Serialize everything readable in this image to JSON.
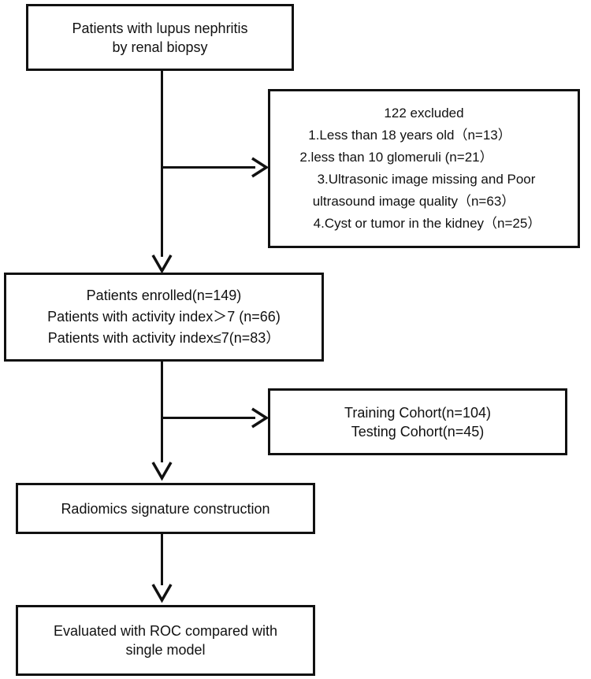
{
  "diagram": {
    "nodes": [
      {
        "id": "patients-lupus",
        "lines": [
          "Patients with lupus nephritis",
          "by renal biopsy"
        ]
      },
      {
        "id": "excluded",
        "lines": [
          "122 excluded",
          "1.Less than 18 years old（n=13）",
          "2.less than 10 glomeruli (n=21）",
          "3.Ultrasonic image missing and Poor",
          "ultrasound image quality（n=63）",
          "4.Cyst or tumor in the kidney（n=25）"
        ]
      },
      {
        "id": "enrolled",
        "lines": [
          "Patients enrolled(n=149)",
          "Patients with activity index＞7 (n=66)",
          "Patients with activity index≤7(n=83）"
        ]
      },
      {
        "id": "cohorts",
        "lines": [
          "Training Cohort(n=104)",
          "Testing Cohort(n=45)"
        ]
      },
      {
        "id": "radiomics",
        "lines": [
          "Radiomics signature construction"
        ]
      },
      {
        "id": "evaluated",
        "lines": [
          "Evaluated with ROC compared with",
          "single model"
        ]
      }
    ],
    "edges": [
      {
        "from": "patients-lupus",
        "to": "excluded"
      },
      {
        "from": "patients-lupus",
        "to": "enrolled"
      },
      {
        "from": "enrolled",
        "to": "cohorts"
      },
      {
        "from": "enrolled",
        "to": "radiomics"
      },
      {
        "from": "radiomics",
        "to": "evaluated"
      }
    ],
    "colors": {
      "line": "#111111",
      "box_fill": "#ffffff"
    }
  }
}
